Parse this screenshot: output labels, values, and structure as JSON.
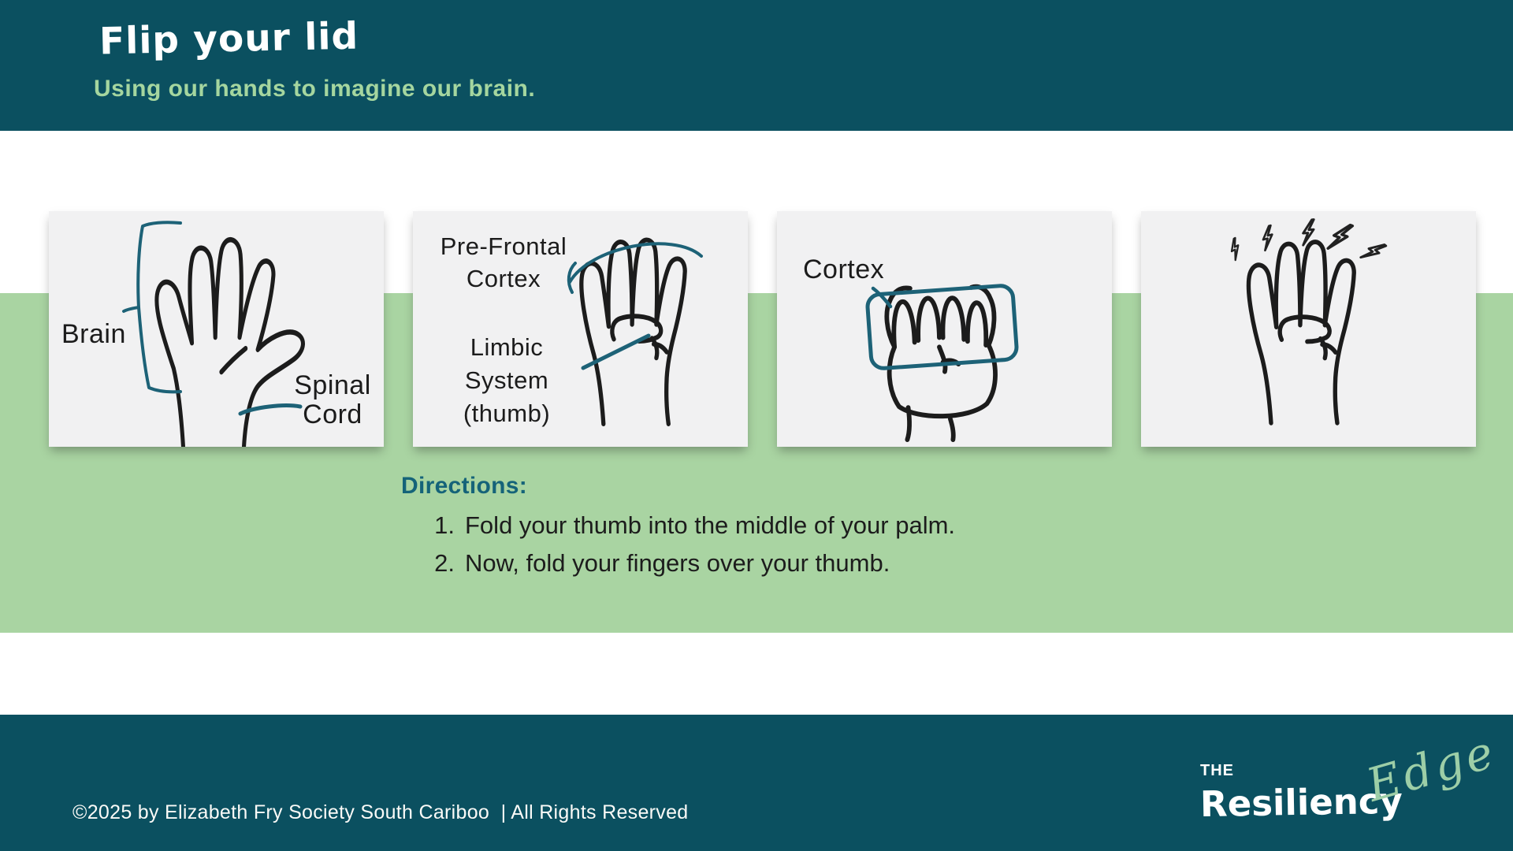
{
  "colors": {
    "header_bg": "#0B5060",
    "band_green": "#A9D4A2",
    "subtitle_green": "#A5D69F",
    "annotation_teal": "#1D6277",
    "directions_teal": "#156379",
    "card_bg": "#F1F1F2",
    "ink": "#1C1C1C",
    "text_light": "#FAFAF7",
    "logo_script_green": "#9DCEA7"
  },
  "header": {
    "title": "Flip your lid",
    "subtitle": "Using our hands to imagine our brain."
  },
  "cards": [
    {
      "name": "brain-open-hand",
      "labels": {
        "brain": "Brain",
        "spinal_cord": "Spinal Cord"
      }
    },
    {
      "name": "prefrontal-limbic-hand",
      "labels": {
        "prefrontal": "Pre-Frontal Cortex",
        "limbic": "Limbic System (thumb)"
      }
    },
    {
      "name": "cortex-fist",
      "labels": {
        "cortex": "Cortex"
      }
    },
    {
      "name": "flipped-lid-hand",
      "labels": {}
    }
  ],
  "directions": {
    "heading": "Directions:",
    "steps": [
      {
        "num": "1.",
        "text": "Fold your thumb into the middle of your palm."
      },
      {
        "num": "2.",
        "text": "Now, fold your fingers over your thumb."
      }
    ]
  },
  "footer": {
    "copyright": "©2025 by Elizabeth Fry Society South Cariboo  | All Rights Reserved",
    "logo": {
      "the": "THE",
      "resiliency": "Resiliency",
      "edge": "Edge"
    }
  }
}
